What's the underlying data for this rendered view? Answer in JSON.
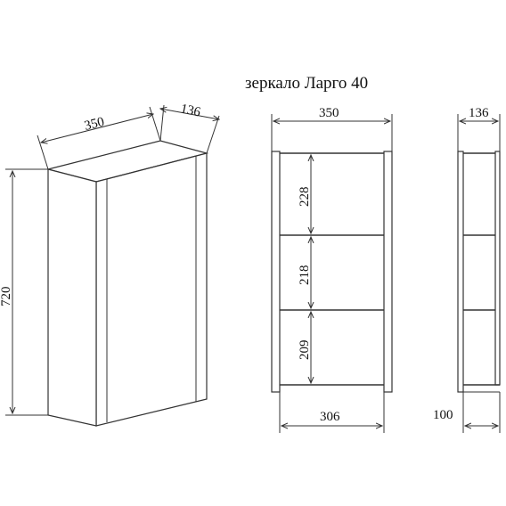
{
  "title": "зеркало Ларго 40",
  "dimensions": {
    "iso_width": "350",
    "iso_depth": "136",
    "iso_height": "720",
    "front_width": "350",
    "inner_width": "306",
    "shelf_1": "228",
    "shelf_2": "218",
    "shelf_3": "209",
    "side_depth": "136",
    "side_bottom": "100"
  },
  "colors": {
    "line": "#333333",
    "background": "#ffffff"
  }
}
